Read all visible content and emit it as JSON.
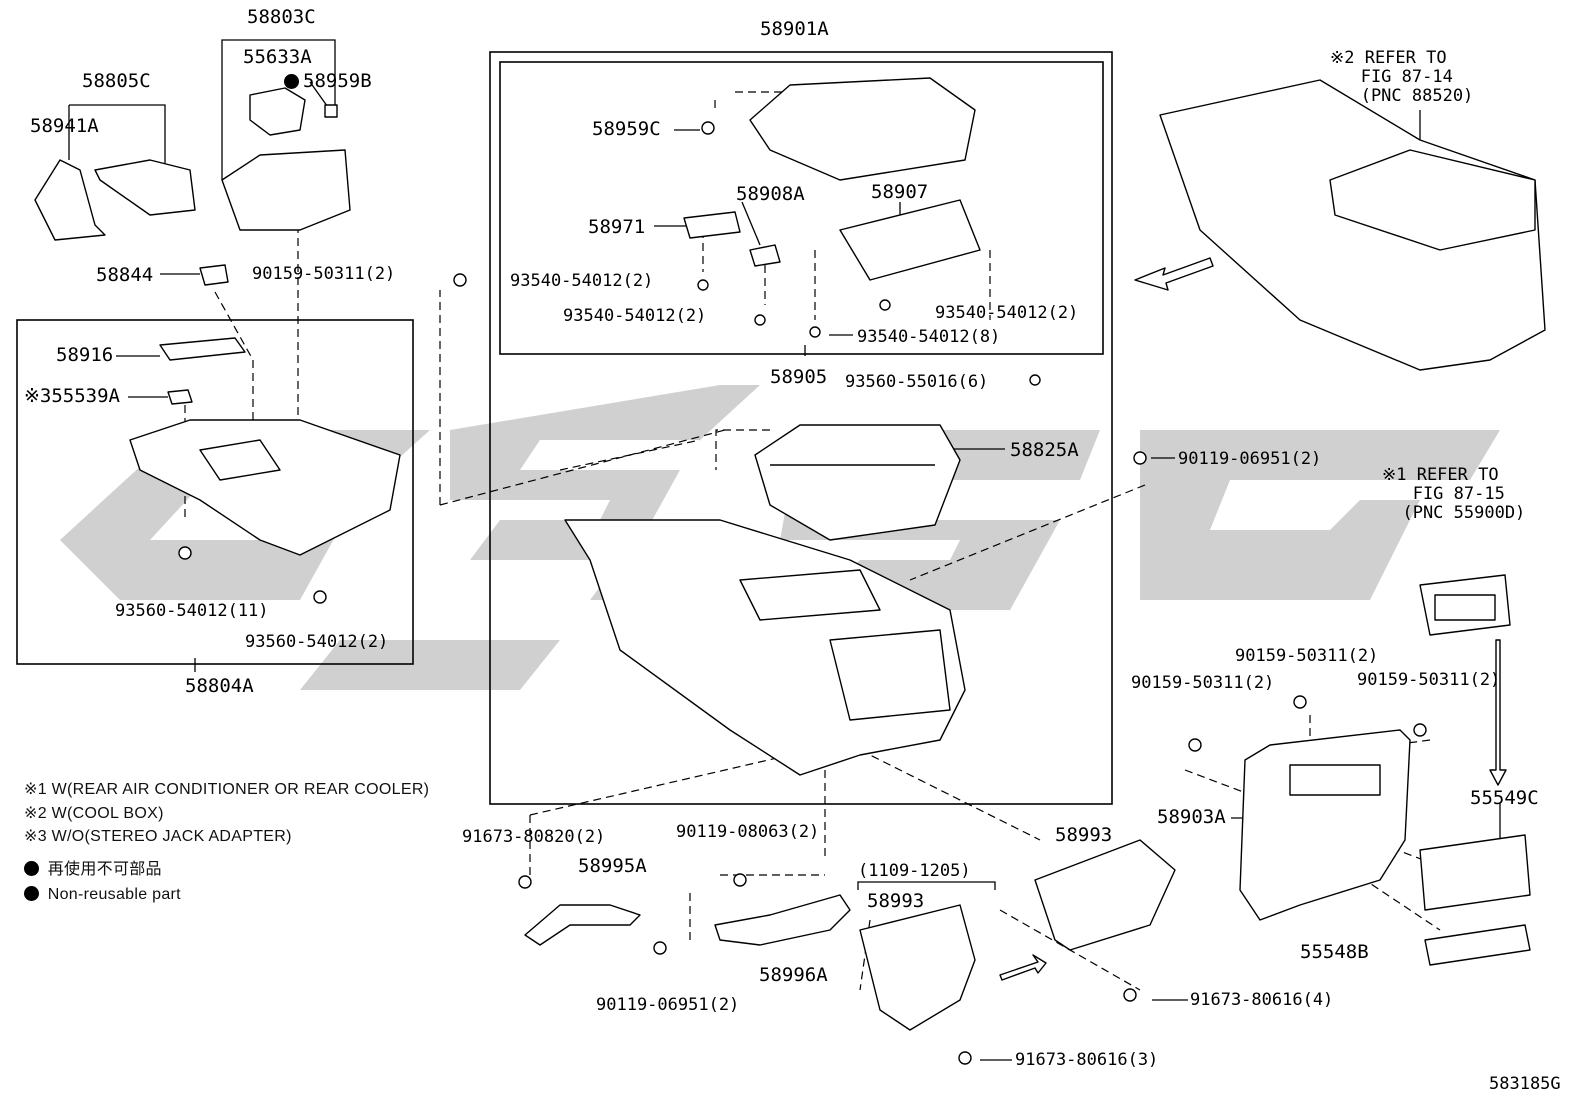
{
  "diagram_code": "583185G",
  "parts": {
    "p58803C": "58803C",
    "p55633A": "55633A",
    "p58959B": "58959B",
    "p58805C": "58805C",
    "p58941A": "58941A",
    "p58844": "58844",
    "p90159_50311_a": "90159-50311(2)",
    "p58916": "58916",
    "p55539A": "55539A",
    "p93560_54012_11": "93560-54012(11)",
    "p93560_54012_2": "93560-54012(2)",
    "p58804A": "58804A",
    "p58901A": "58901A",
    "p58959C": "58959C",
    "p58908A": "58908A",
    "p58907": "58907",
    "p58971": "58971",
    "p93540_54012_2a": "93540-54012(2)",
    "p93540_54012_2b": "93540-54012(2)",
    "p93540_54012_2c": "93540-54012(2)",
    "p93540_54012_8": "93540-54012(8)",
    "p58905": "58905",
    "p93560_55016": "93560-55016(6)",
    "p58825A": "58825A",
    "p90119_06951_a": "90119-06951(2)",
    "p91673_80820": "91673-80820(2)",
    "p58995A": "58995A",
    "p90119_08063": "90119-08063(2)",
    "p58996A": "58996A",
    "p90119_06951_b": "90119-06951(2)",
    "p58993_a": "58993",
    "p58993_b": "58993",
    "p1109_1205": "(1109-1205)",
    "p91673_80616_4": "91673-80616(4)",
    "p91673_80616_3": "91673-80616(3)",
    "p58903A": "58903A",
    "p90159_50311_b": "90159-50311(2)",
    "p90159_50311_c": "90159-50311(2)",
    "p90159_50311_d": "90159-50311(2)",
    "p55549C": "55549C",
    "p55548B": "55548B"
  },
  "refs": {
    "ref2": "※2 REFER TO\n   FIG 87-14\n   (PNC 88520)",
    "ref1": "※1 REFER TO\n   FIG 87-15\n  (PNC 55900D)"
  },
  "notes": {
    "n1": "※1 W(REAR AIR CONDITIONER OR REAR COOLER)",
    "n2": "※2 W(COOL BOX)",
    "n3": "※3 W/O(STEREO JACK ADAPTER)",
    "legend_jp": "再使用不可部品",
    "legend_en": "Non-reusable part",
    "mark3": "※3"
  }
}
